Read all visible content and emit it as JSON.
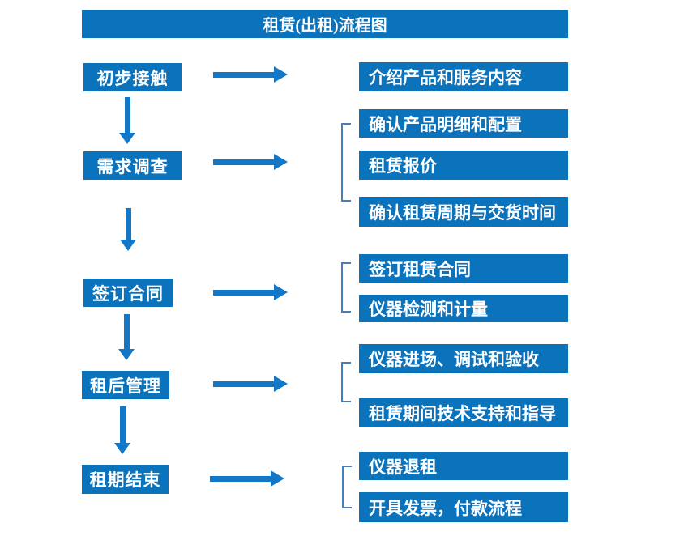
{
  "flow": {
    "title": "租赁(出租)流程图",
    "steps": [
      {
        "label": "初步接触",
        "details": [
          "介绍产品和服务内容"
        ]
      },
      {
        "label": "需求调查",
        "details": [
          "确认产品明细和配置",
          "租赁报价",
          "确认租赁周期与交货时间"
        ]
      },
      {
        "label": "签订合同",
        "details": [
          "签订租赁合同",
          "仪器检测和计量"
        ]
      },
      {
        "label": "租后管理",
        "details": [
          "仪器进场、调试和验收",
          "租赁期间技术支持和指导"
        ]
      },
      {
        "label": "租期结束",
        "details": [
          "仪器退租",
          "开具发票，付款流程"
        ]
      }
    ]
  },
  "colors": {
    "box_blue": "#0b72bc",
    "arrow_blue": "#1377c8",
    "bracket_blue": "#4a7ebb",
    "text": "#ffffff",
    "background": "#ffffff"
  },
  "icons": {
    "right_arrow": "right-arrow-icon",
    "down_arrow": "down-arrow-icon",
    "group_bracket": "left-bracket-shape"
  }
}
